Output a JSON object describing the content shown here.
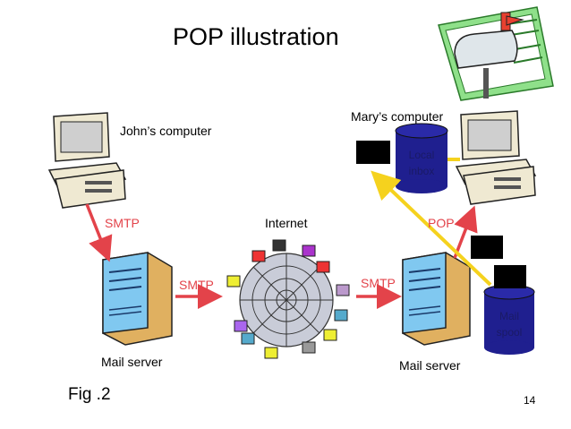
{
  "title": "POP illustration",
  "labels": {
    "johns_computer": "John’s computer",
    "marys_computer": "Mary’s computer",
    "internet": "Internet",
    "mail_server_left": "Mail server",
    "mail_server_right": "Mail server"
  },
  "protocols": {
    "smtp_john_to_server": "SMTP",
    "smtp_server_to_internet": "SMTP",
    "smtp_internet_to_server": "SMTP",
    "pop": "POP"
  },
  "local_inbox": {
    "line1": "Local",
    "line2": "inbox"
  },
  "mail_spool": {
    "line1": "Mail",
    "line2": "spool"
  },
  "figure_label": "Fig .2",
  "page_number": "14",
  "colors": {
    "arrow_red": "#e3434a",
    "arrow_yellow": "#f5d21e",
    "cylinder_blue": "#1f1f8f",
    "server_blue": "#80c8f0",
    "server_tan": "#e0b060",
    "computer_beige": "#efe9d2"
  },
  "icons": [
    "mailbox-clipart-icon",
    "desktop-computer-icon",
    "server-tower-icon",
    "internet-web-icon",
    "database-cylinder-icon"
  ]
}
